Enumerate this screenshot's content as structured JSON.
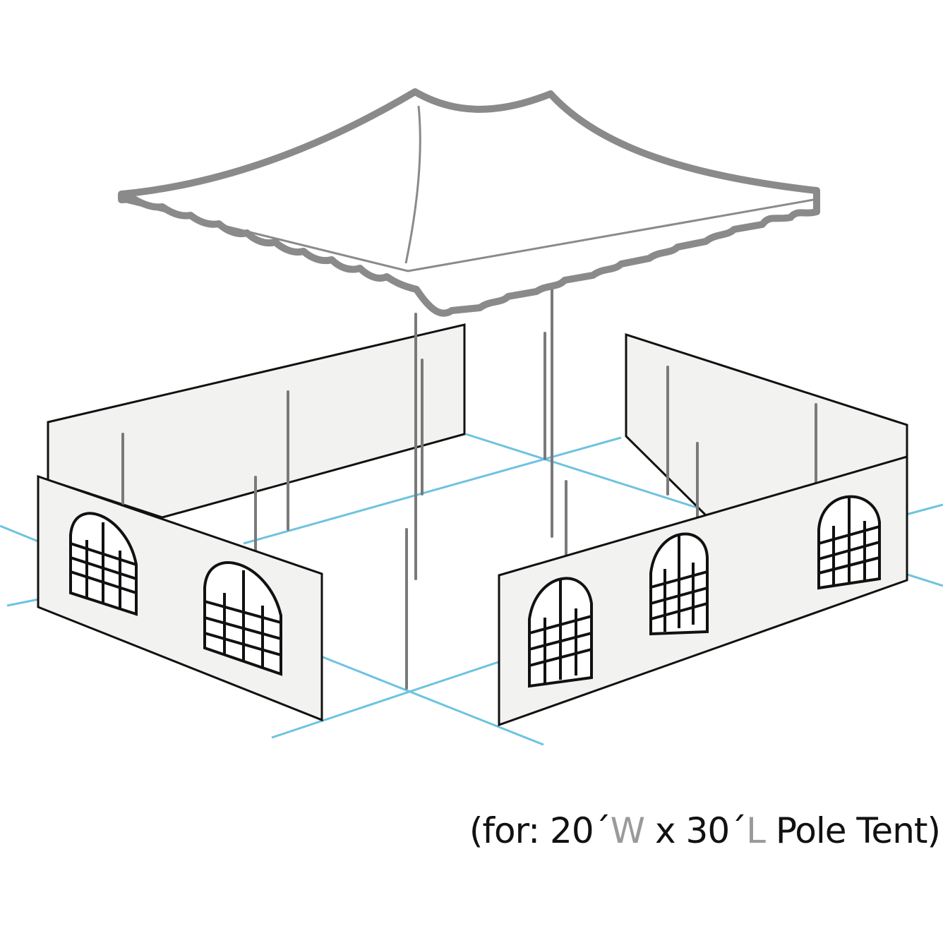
{
  "diagram": {
    "title": "Pole tent exploded view",
    "components": [
      "canopy top",
      "side wall panels with cathedral windows",
      "center poles",
      "side poles",
      "floor layout grid"
    ],
    "colors": {
      "roof_outline": "#8a8a8a",
      "floor_grid": "#6ec3e0",
      "pole": "#7a7a7a",
      "panel": "#f2f2f0"
    }
  },
  "caption": {
    "prefix": "(for: 20´",
    "width_unit": "W",
    "middle": " x 30´",
    "length_unit": "L",
    "suffix": " Pole Tent)"
  }
}
